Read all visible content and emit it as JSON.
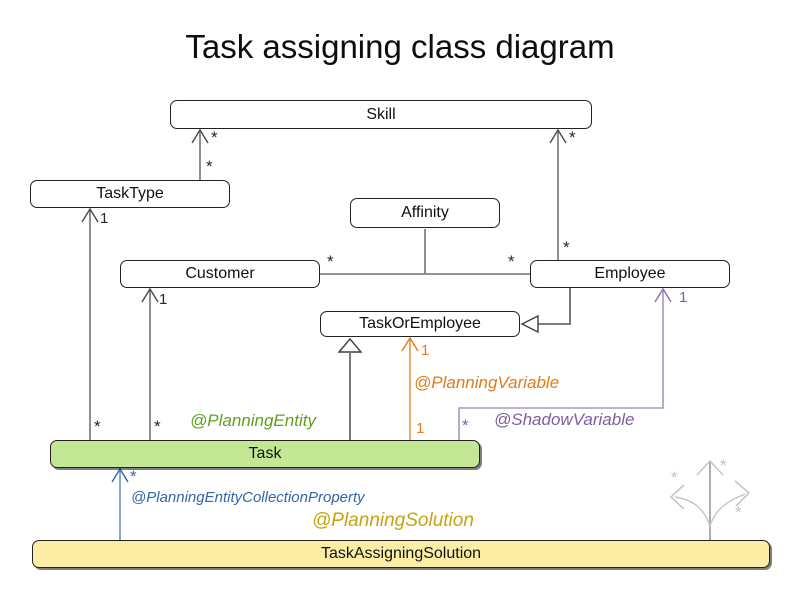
{
  "title": "Task assigning class diagram",
  "classes": {
    "skill": "Skill",
    "task_type": "TaskType",
    "affinity": "Affinity",
    "customer": "Customer",
    "employee": "Employee",
    "task_or_employee": "TaskOrEmployee",
    "task": "Task",
    "task_assigning_solution": "TaskAssigningSolution"
  },
  "annotations": {
    "planning_entity": "@PlanningEntity",
    "planning_variable": "@PlanningVariable",
    "shadow_variable": "@ShadowVariable",
    "planning_entity_collection_property": "@PlanningEntityCollectionProperty",
    "planning_solution": "@PlanningSolution"
  },
  "multiplicities": {
    "tasktype_skill_skill_end": "*",
    "tasktype_skill_tasktype_end": "*",
    "employee_skill_skill_end": "*",
    "employee_skill_employee_end": "*",
    "task_tasktype_tasktype_end": "1",
    "task_tasktype_task_end": "*",
    "task_customer_customer_end": "1",
    "task_customer_task_end": "*",
    "customer_employee_customer_end": "*",
    "customer_employee_employee_end": "*",
    "planning_variable_taskoremployee_end": "1",
    "planning_variable_task_end": "1",
    "shadow_variable_employee_end": "1",
    "shadow_variable_task_end": "*",
    "solution_task_collection_end": "*",
    "faded_left": "*",
    "faded_top": "*",
    "faded_right": "*"
  },
  "colors": {
    "entity_fill": "#c3e794",
    "solution_fill": "#fbeda4",
    "line_gray": "#808080",
    "planning_entity_green": "#5ba31c",
    "planning_variable_orange": "#e07c1a",
    "shadow_variable_purple": "#7d5f9e",
    "collection_property_blue": "#3465a4",
    "planning_solution_gold": "#c7a30f",
    "faded_gray": "#c2c2c2"
  }
}
